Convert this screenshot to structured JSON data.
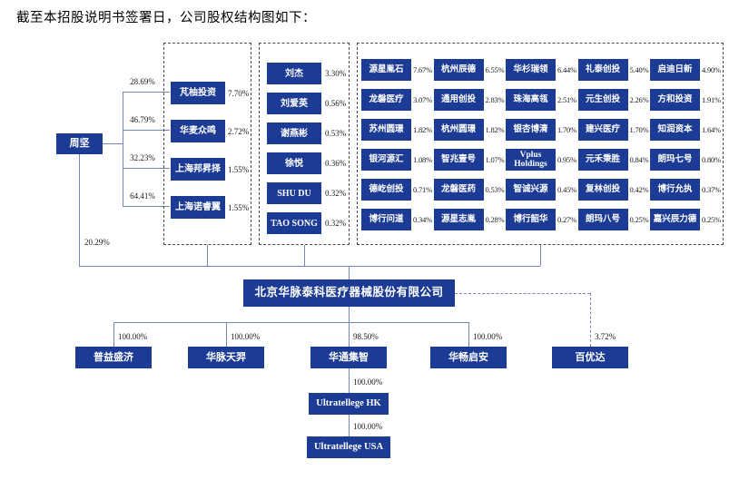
{
  "title": "截至本招股说明书签署日，公司股权结构图如下：",
  "colors": {
    "box": "#1c3b94",
    "line": "#7585b8",
    "dash_border": "#4a4a4a"
  },
  "founder": {
    "name": "周坚",
    "direct_pct": "20.29%"
  },
  "founder_holdings": [
    {
      "target": "芃柚投资",
      "hold_pct": "28.69%",
      "company_pct": "7.70%"
    },
    {
      "target": "华麦众鸣",
      "hold_pct": "46.79%",
      "company_pct": "2.72%"
    },
    {
      "target": "上海邦昇择",
      "hold_pct": "32.23%",
      "company_pct": "1.55%"
    },
    {
      "target": "上海诺睿翼",
      "hold_pct": "64.41%",
      "company_pct": "1.55%"
    }
  ],
  "individual_shareholders": [
    {
      "name": "刘杰",
      "pct": "3.30%"
    },
    {
      "name": "刘爱英",
      "pct": "0.56%"
    },
    {
      "name": "谢燕彬",
      "pct": "0.53%"
    },
    {
      "name": "徐悦",
      "pct": "0.36%"
    },
    {
      "name": "SHU DU",
      "pct": "0.32%"
    },
    {
      "name": "TAO SONG",
      "pct": "0.32%"
    }
  ],
  "institutional_shareholders": [
    {
      "name": "源星胤石",
      "pct": "7.67%"
    },
    {
      "name": "杭州辰德",
      "pct": "6.55%"
    },
    {
      "name": "华杉瑞领",
      "pct": "6.44%"
    },
    {
      "name": "礼泰创投",
      "pct": "5.40%"
    },
    {
      "name": "启迪日新",
      "pct": "4.90%"
    },
    {
      "name": "龙磐医疗",
      "pct": "3.07%"
    },
    {
      "name": "通用创投",
      "pct": "2.83%"
    },
    {
      "name": "珠海高瓴",
      "pct": "2.51%"
    },
    {
      "name": "元生创投",
      "pct": "2.26%"
    },
    {
      "name": "方和投资",
      "pct": "1.91%"
    },
    {
      "name": "苏州圆璟",
      "pct": "1.82%"
    },
    {
      "name": "杭州圆璟",
      "pct": "1.82%"
    },
    {
      "name": "银杏博清",
      "pct": "1.70%"
    },
    {
      "name": "建兴医疗",
      "pct": "1.70%"
    },
    {
      "name": "知润资本",
      "pct": "1.64%"
    },
    {
      "name": "银河源汇",
      "pct": "1.08%"
    },
    {
      "name": "智兆壹号",
      "pct": "1.07%"
    },
    {
      "name": "Vplus Holdings",
      "pct": "0.95%"
    },
    {
      "name": "元禾秉胜",
      "pct": "0.84%"
    },
    {
      "name": "朗玛七号",
      "pct": "0.80%"
    },
    {
      "name": "德屹创投",
      "pct": "0.71%"
    },
    {
      "name": "龙磐医药",
      "pct": "0.53%"
    },
    {
      "name": "智诚兴源",
      "pct": "0.45%"
    },
    {
      "name": "复林创投",
      "pct": "0.42%"
    },
    {
      "name": "博行允执",
      "pct": "0.37%"
    },
    {
      "name": "博行问道",
      "pct": "0.34%"
    },
    {
      "name": "源星志胤",
      "pct": "0.28%"
    },
    {
      "name": "博行韶华",
      "pct": "0.27%"
    },
    {
      "name": "朗玛八号",
      "pct": "0.25%"
    },
    {
      "name": "嘉兴辰力德",
      "pct": "0.25%"
    }
  ],
  "company": {
    "name": "北京华脉泰科医疗器械股份有限公司"
  },
  "subsidiaries": [
    {
      "name": "普益盛济",
      "pct": "100.00%"
    },
    {
      "name": "华脉天羿",
      "pct": "100.00%"
    },
    {
      "name": "华通集智",
      "pct": "98.50%"
    },
    {
      "name": "华畅启安",
      "pct": "100.00%"
    },
    {
      "name": "百优达",
      "pct": "3.72%"
    }
  ],
  "chain": [
    {
      "name": "Ultratellege HK",
      "pct": "100.00%"
    },
    {
      "name": "Ultratellege USA",
      "pct": "100.00%"
    }
  ]
}
